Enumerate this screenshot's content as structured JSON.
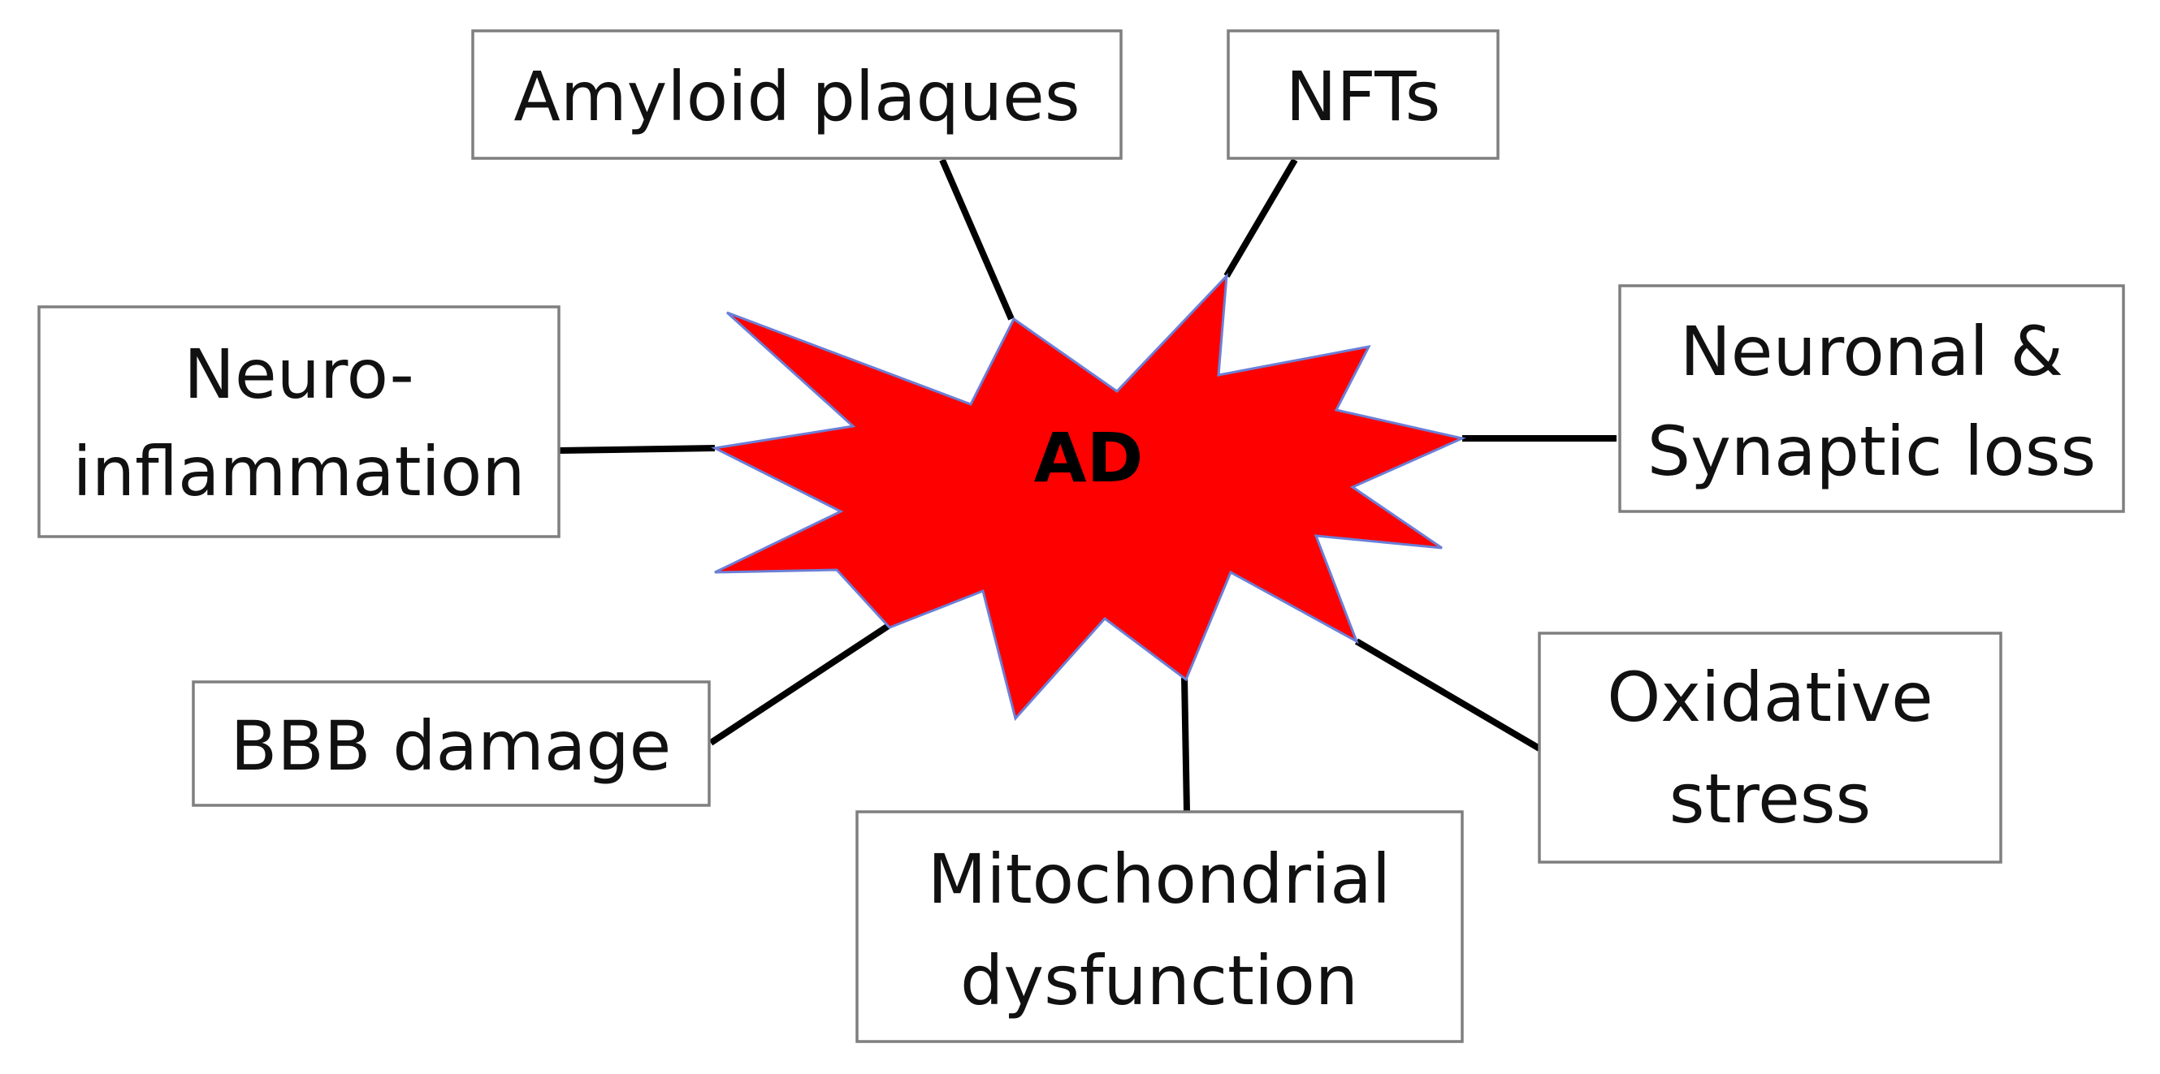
{
  "center": {
    "label": "AD",
    "fill_color": "#ff0000",
    "outline_color": "#6b7fd7"
  },
  "factors": {
    "amyloid": {
      "line1": "Amyloid plaques"
    },
    "nfts": {
      "line1": "NFTs"
    },
    "neuroinflammation": {
      "line1": "Neuro-",
      "line2": "inflammation"
    },
    "neuronal_loss": {
      "line1": "Neuronal &",
      "line2": "Synaptic loss"
    },
    "bbb": {
      "line1": "BBB damage"
    },
    "oxidative": {
      "line1": "Oxidative",
      "line2": "stress"
    },
    "mitochondrial": {
      "line1": "Mitochondrial",
      "line2": "dysfunction"
    }
  }
}
